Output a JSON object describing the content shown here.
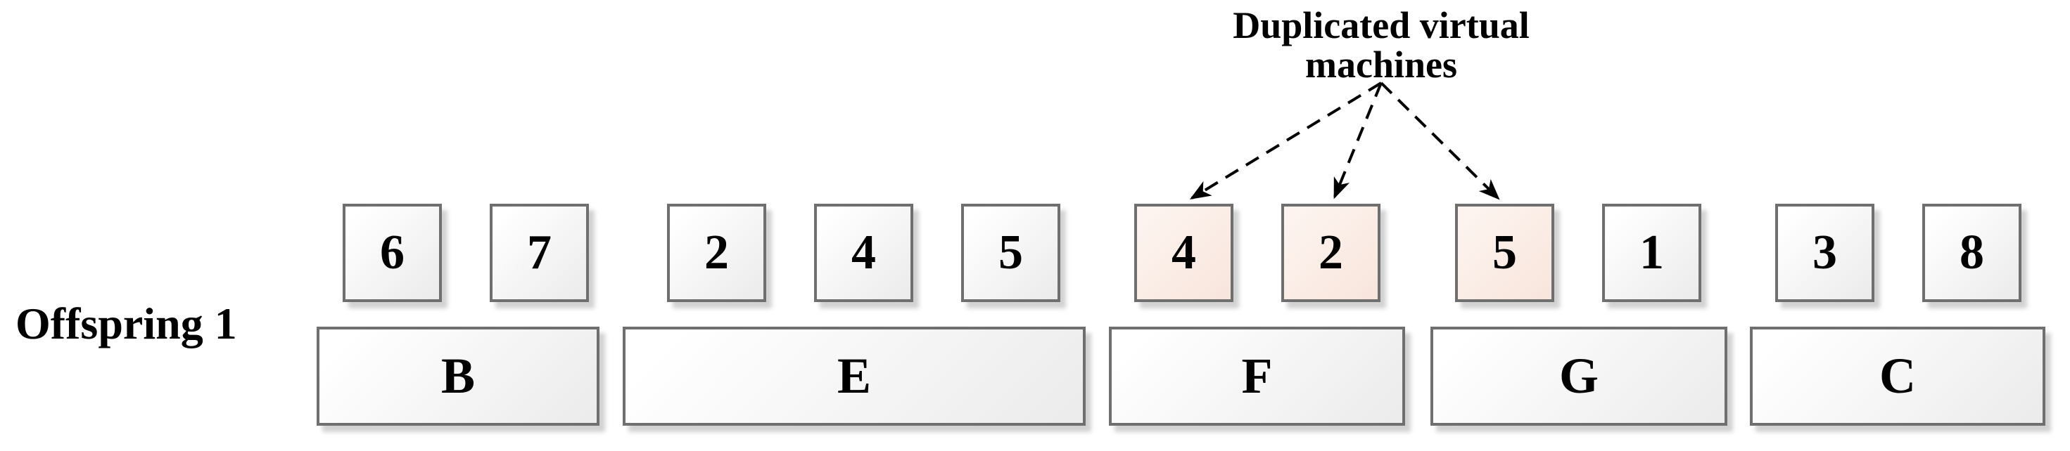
{
  "offspring_label": "Offspring 1",
  "annotation": {
    "text": "Duplicated virtual machines"
  },
  "servers": [
    {
      "label": "B",
      "vms": [
        {
          "value": "6",
          "duplicated": false
        },
        {
          "value": "7",
          "duplicated": false
        }
      ]
    },
    {
      "label": "E",
      "vms": [
        {
          "value": "2",
          "duplicated": false
        },
        {
          "value": "4",
          "duplicated": false
        },
        {
          "value": "5",
          "duplicated": false
        }
      ]
    },
    {
      "label": "F",
      "vms": [
        {
          "value": "4",
          "duplicated": true
        },
        {
          "value": "2",
          "duplicated": true
        }
      ]
    },
    {
      "label": "G",
      "vms": [
        {
          "value": "5",
          "duplicated": true
        },
        {
          "value": "1",
          "duplicated": false
        }
      ]
    },
    {
      "label": "C",
      "vms": [
        {
          "value": "3",
          "duplicated": false
        },
        {
          "value": "8",
          "duplicated": false
        }
      ]
    }
  ],
  "colors": {
    "duplicated_fill": "#f8e5dc",
    "normal_fill": "#ebebeb",
    "box_border": "#6f6f6f",
    "arrow": "#000000",
    "text": "#000000"
  }
}
